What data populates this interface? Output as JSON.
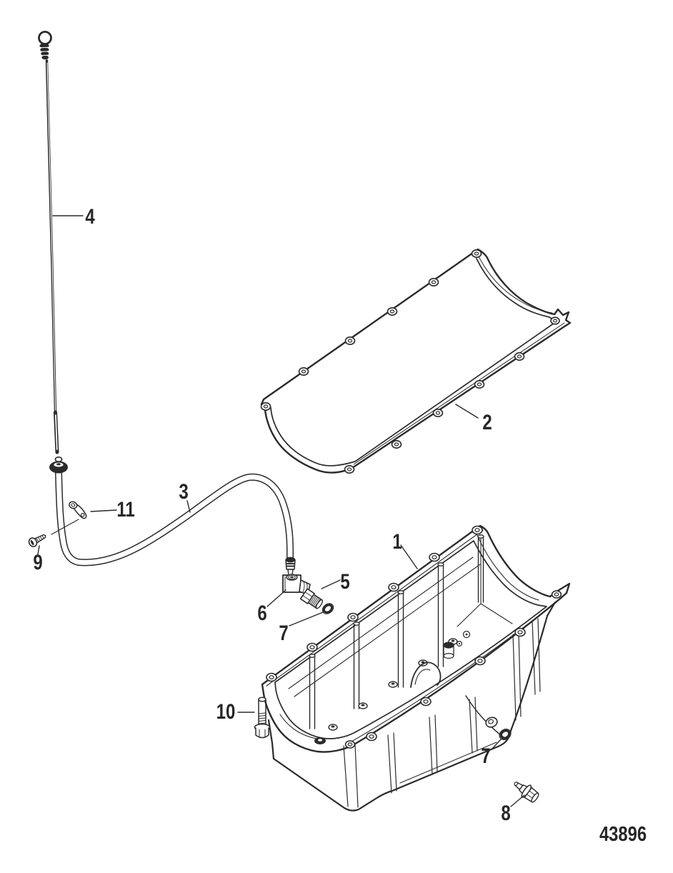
{
  "figure": {
    "drawing_number": "43896",
    "callouts": [
      {
        "label": "1"
      },
      {
        "label": "2"
      },
      {
        "label": "3"
      },
      {
        "label": "4"
      },
      {
        "label": "5"
      },
      {
        "label": "6"
      },
      {
        "label": "7"
      },
      {
        "label": "7"
      },
      {
        "label": "8"
      },
      {
        "label": "9"
      },
      {
        "label": "10"
      },
      {
        "label": "11"
      }
    ],
    "colors": {
      "ink": "#2b2b2b",
      "background": "#ffffff"
    }
  }
}
